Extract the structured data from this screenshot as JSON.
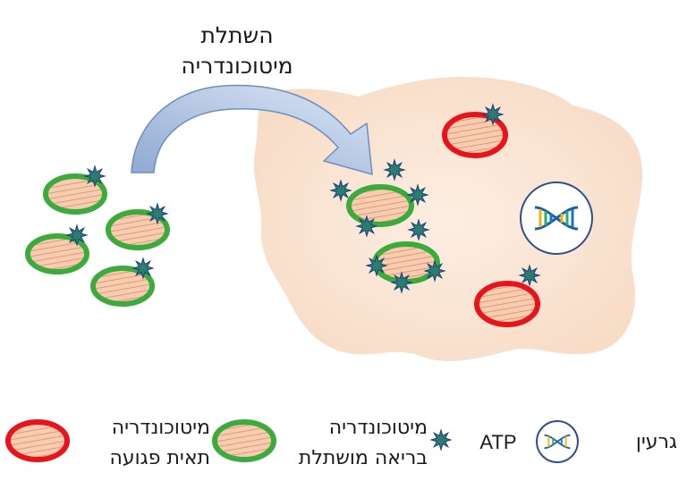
{
  "title": {
    "line1": "השתלת",
    "line2": "מיטוכונדריה"
  },
  "legend": {
    "nucleus": "גרעין",
    "atp": "ATP",
    "healthy": {
      "line1": "מיטוכונדריה",
      "line2": "בריאה מושתלת"
    },
    "damaged": {
      "line1": "מיטוכונדריה",
      "line2": "תאית פגועה"
    }
  },
  "colors": {
    "healthy_ring": "#3aab3c",
    "damaged_ring": "#e8141b",
    "mito_fill": "#f4c7a5",
    "mito_stroke": "#d27a55",
    "cell_fill": "#fbe5d4",
    "atp_fill": "#2b7d6f",
    "atp_stroke": "#1d3f78",
    "arrow_fill": "#9db4d6",
    "arrow_stroke": "#6f8ec0"
  },
  "icons": [
    "atp-star-icon",
    "dna-icon",
    "curved-arrow-icon"
  ]
}
